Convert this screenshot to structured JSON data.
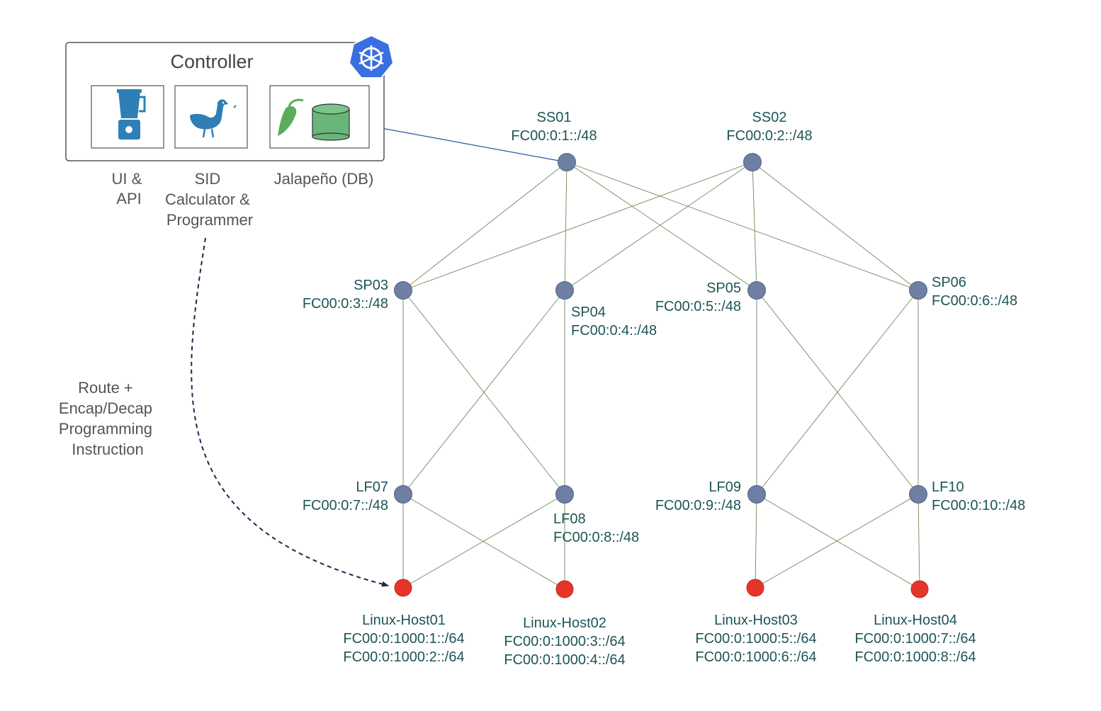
{
  "controller": {
    "title": "Controller",
    "components": [
      {
        "icon": "blender-icon",
        "label": [
          "UI &",
          "API"
        ]
      },
      {
        "icon": "goose-icon",
        "label": [
          "SID",
          "Calculator &",
          "Programmer"
        ]
      },
      {
        "icon": "jalapeno-db-icon",
        "label": [
          "Jalapeño (DB)"
        ]
      }
    ],
    "badge_icon": "kubernetes-icon"
  },
  "instruction_label": [
    "Route +",
    "Encap/Decap",
    "Programming",
    "Instruction"
  ],
  "nodes": [
    {
      "id": "SS01",
      "name": "SS01",
      "lines": [
        "FC00:0:1::/48"
      ],
      "kind": "switch"
    },
    {
      "id": "SS02",
      "name": "SS02",
      "lines": [
        "FC00:0:2::/48"
      ],
      "kind": "switch"
    },
    {
      "id": "SP03",
      "name": "SP03",
      "lines": [
        "FC00:0:3::/48"
      ],
      "kind": "switch"
    },
    {
      "id": "SP04",
      "name": "SP04",
      "lines": [
        "FC00:0:4::/48"
      ],
      "kind": "switch"
    },
    {
      "id": "SP05",
      "name": "SP05",
      "lines": [
        "FC00:0:5::/48"
      ],
      "kind": "switch"
    },
    {
      "id": "SP06",
      "name": "SP06",
      "lines": [
        "FC00:0:6::/48"
      ],
      "kind": "switch"
    },
    {
      "id": "LF07",
      "name": "LF07",
      "lines": [
        "FC00:0:7::/48"
      ],
      "kind": "switch"
    },
    {
      "id": "LF08",
      "name": "LF08",
      "lines": [
        "FC00:0:8::/48"
      ],
      "kind": "switch"
    },
    {
      "id": "LF09",
      "name": "LF09",
      "lines": [
        "FC00:0:9::/48"
      ],
      "kind": "switch"
    },
    {
      "id": "LF10",
      "name": "LF10",
      "lines": [
        "FC00:0:10::/48"
      ],
      "kind": "switch"
    },
    {
      "id": "H01",
      "name": "Linux-Host01",
      "lines": [
        "FC00:0:1000:1::/64",
        "FC00:0:1000:2::/64"
      ],
      "kind": "host"
    },
    {
      "id": "H02",
      "name": "Linux-Host02",
      "lines": [
        "FC00:0:1000:3::/64",
        "FC00:0:1000:4::/64"
      ],
      "kind": "host"
    },
    {
      "id": "H03",
      "name": "Linux-Host03",
      "lines": [
        "FC00:0:1000:5::/64",
        "FC00:0:1000:6::/64"
      ],
      "kind": "host"
    },
    {
      "id": "H04",
      "name": "Linux-Host04",
      "lines": [
        "FC00:0:1000:7::/64",
        "FC00:0:1000:8::/64"
      ],
      "kind": "host"
    }
  ],
  "links": [
    [
      "SS01",
      "SP03"
    ],
    [
      "SS01",
      "SP04"
    ],
    [
      "SS01",
      "SP05"
    ],
    [
      "SS01",
      "SP06"
    ],
    [
      "SS02",
      "SP03"
    ],
    [
      "SS02",
      "SP04"
    ],
    [
      "SS02",
      "SP05"
    ],
    [
      "SS02",
      "SP06"
    ],
    [
      "SP03",
      "LF07"
    ],
    [
      "SP03",
      "LF08"
    ],
    [
      "SP04",
      "LF07"
    ],
    [
      "SP04",
      "LF08"
    ],
    [
      "SP05",
      "LF09"
    ],
    [
      "SP05",
      "LF10"
    ],
    [
      "SP06",
      "LF09"
    ],
    [
      "SP06",
      "LF10"
    ],
    [
      "LF07",
      "H01"
    ],
    [
      "LF07",
      "H02"
    ],
    [
      "LF08",
      "H01"
    ],
    [
      "LF08",
      "H02"
    ],
    [
      "LF09",
      "H03"
    ],
    [
      "LF09",
      "H04"
    ],
    [
      "LF10",
      "H03"
    ],
    [
      "LF10",
      "H04"
    ]
  ],
  "controller_link": {
    "from": "controller",
    "to": "SS01"
  },
  "instruction_arrow": {
    "from": "SID Calculator & Programmer",
    "to": "Linux-Host01"
  },
  "colors": {
    "switch_node": "#6f7ea3",
    "host_node": "#e5342a",
    "link": "#6f8a5c",
    "controller_link": "#2c56a0",
    "label_text": "#1e5555",
    "controller_text": "#555555",
    "kubernetes_blue": "#3a6fe0",
    "arrow": "#1a2a4a"
  }
}
